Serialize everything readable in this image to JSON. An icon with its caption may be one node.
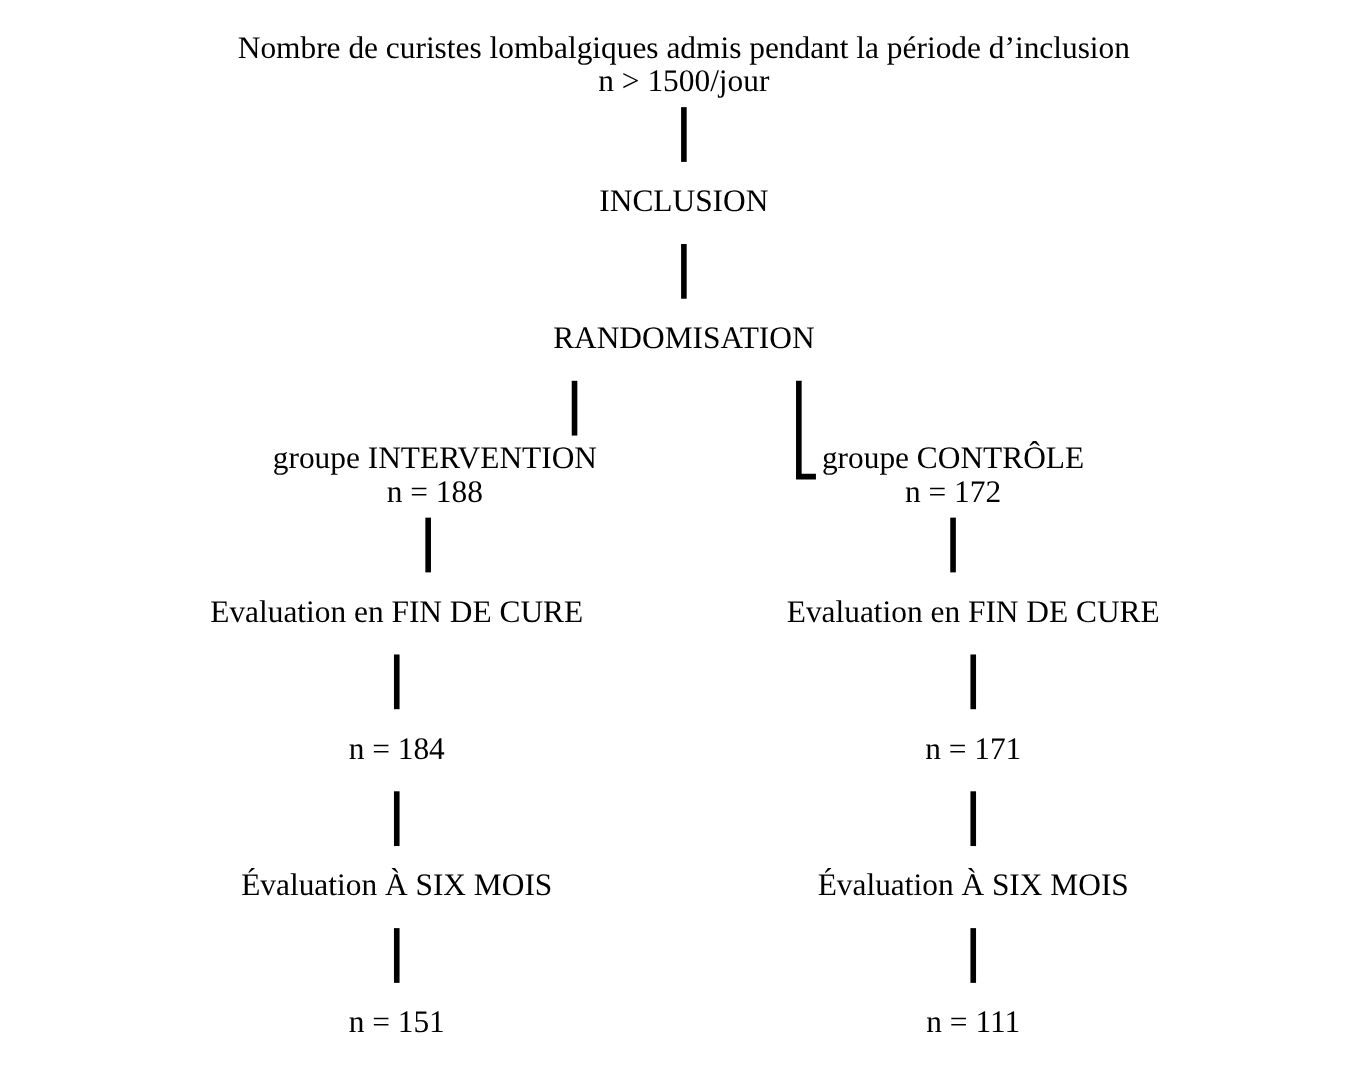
{
  "diagram": {
    "nodes": [
      {
        "text": [
          "Nombre de curistes lombalgiques admis pendant la période d’inclusion",
          "n > 1500/jour"
        ]
      },
      {
        "text": [
          "INCLUSION"
        ]
      },
      {
        "text": [
          "RANDOMISATION"
        ]
      },
      {
        "text": [
          "groupe INTERVENTION",
          "n = 188"
        ]
      },
      {
        "text": [
          "groupe CONTRÔLE",
          "n = 172"
        ]
      },
      {
        "text": [
          "Evaluation en FIN DE CURE"
        ]
      },
      {
        "text": [
          "Evaluation en FIN DE CURE"
        ]
      },
      {
        "text": [
          "n = 184"
        ]
      },
      {
        "text": [
          "n = 171"
        ]
      },
      {
        "text": [
          "Évaluation À SIX MOIS"
        ]
      },
      {
        "text": [
          "Évaluation À SIX MOIS"
        ]
      },
      {
        "text": [
          "n = 151"
        ]
      },
      {
        "text": [
          "n = 111"
        ]
      }
    ],
    "edges": [
      {
        "from": 0,
        "to": 1,
        "arrow": "none"
      },
      {
        "from": 1,
        "to": 2,
        "arrow": "none"
      },
      {
        "from": 2,
        "to": 3,
        "arrow": "none"
      },
      {
        "from": 2,
        "to": 4,
        "arrow": "none"
      },
      {
        "from": 3,
        "to": 5,
        "arrow": "none"
      },
      {
        "from": 5,
        "to": 7,
        "arrow": "none"
      },
      {
        "from": 7,
        "to": 9,
        "arrow": "none"
      },
      {
        "from": 9,
        "to": 11,
        "arrow": "none"
      },
      {
        "from": 4,
        "to": 6,
        "arrow": "none"
      },
      {
        "from": 6,
        "to": 8,
        "arrow": "none"
      },
      {
        "from": 8,
        "to": 10,
        "arrow": "none"
      },
      {
        "from": 10,
        "to": 12,
        "arrow": "none"
      }
    ]
  }
}
